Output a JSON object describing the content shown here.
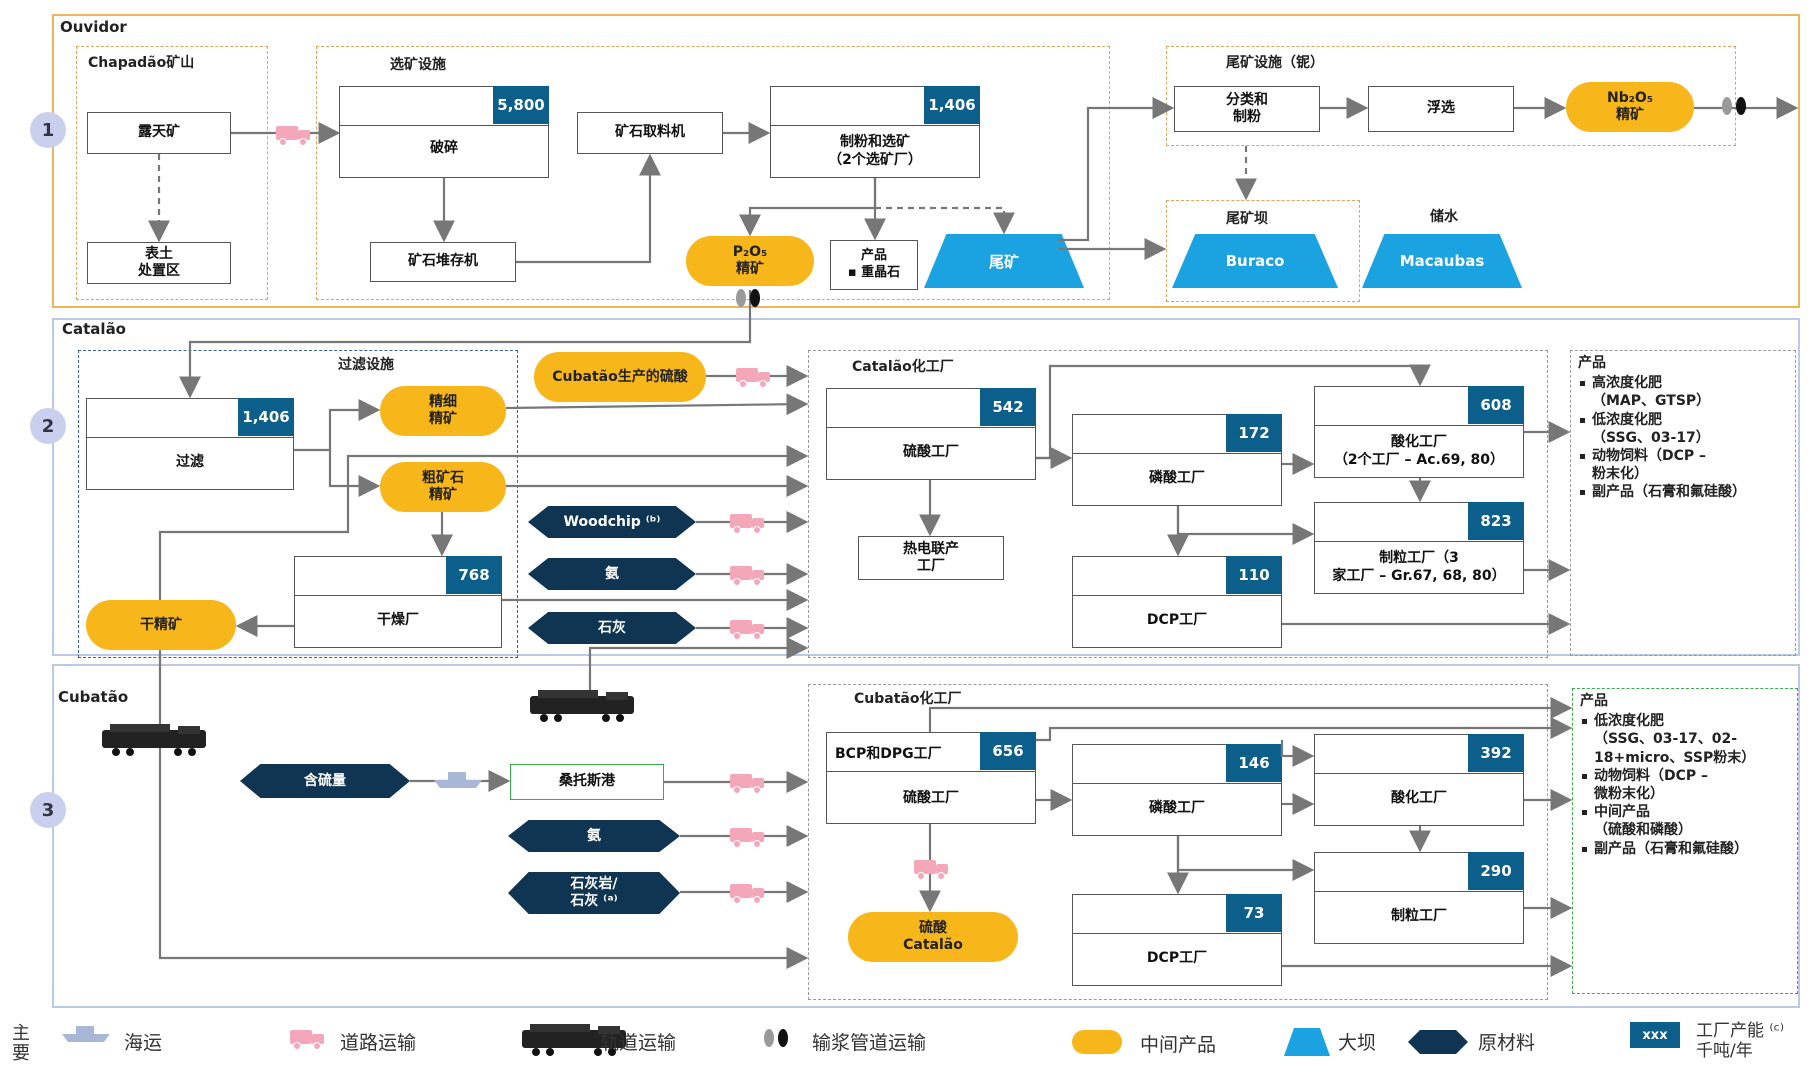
{
  "sections": {
    "ouvidor": "Ouvidor",
    "catalao": "Catalão",
    "cubatao": "Cubatão",
    "num1": "1",
    "num2": "2",
    "num3": "3"
  },
  "ouvidor": {
    "mine_group": "Chapadão矿山",
    "open_pit": "露天矿",
    "topsoil": "表土\n处置区",
    "beneficiation_group": "选矿设施",
    "crushing_cap": "5,800",
    "crushing": "破碎",
    "ore_stacker": "矿石堆存机",
    "ore_reclaimer": "矿石取料机",
    "milling_cap": "1,406",
    "milling": "制粉和选矿\n（2个选矿厂）",
    "p2o5": "P₂O₅\n精矿",
    "product_title": "产品",
    "product_item": "▪ 重晶石",
    "tailings_dam": "尾矿",
    "niobium_group": "尾矿设施（铌）",
    "classify": "分类和\n制粉",
    "flotation": "浮选",
    "nb2o5": "Nb₂O₅\n精矿",
    "tailings_dam_label": "尾矿坝",
    "buraco": "Buraco",
    "water_storage": "储水",
    "macaubas": "Macaubas"
  },
  "catalao": {
    "filter_group": "过滤设施",
    "filter_cap": "1,406",
    "filter": "过滤",
    "fine_conc": "精细\n精矿",
    "coarse_conc": "粗矿石\n精矿",
    "dryer_cap": "768",
    "dryer": "干燥厂",
    "dry_conc": "干精矿",
    "sulfuric_from_cubatao": "Cubatão生产的硫酸",
    "woodchip": "Woodchip ⁽ᵇ⁾",
    "ammonia": "氨",
    "lime": "石灰",
    "chem_group": "Catalão化工厂",
    "sulfuric_cap": "542",
    "sulfuric_plant": "硫酸工厂",
    "cogen": "热电联产\n工厂",
    "phosphoric_cap": "172",
    "phosphoric_plant": "磷酸工厂",
    "acid_cap": "608",
    "acid_plant": "酸化工厂\n（2个工厂 – Ac.69, 80）",
    "gran_cap": "823",
    "gran_plant": "制粒工厂（3\n家工厂 – Gr.67, 68, 80）",
    "dcp_cap": "110",
    "dcp_plant": "DCP工厂",
    "products_title": "产品",
    "products": [
      "高浓度化肥\n（MAP、GTSP）",
      "低浓度化肥\n（SSG、03-17）",
      "动物饲料（DCP –\n粉末化）",
      "副产品（石膏和氟硅酸）"
    ]
  },
  "cubatao": {
    "sulfur": "含硫量",
    "santos": "桑托斯港",
    "ammonia": "氨",
    "limestone": "石灰岩/\n石灰 ⁽ᵃ⁾",
    "chem_group": "Cubatão化工厂",
    "bcp_cap": "656",
    "bcp_top": "BCP和DPG工厂",
    "bcp_plant": "硫酸工厂",
    "sulfuric_catalao": "硫酸\nCatalão",
    "phosphoric_cap": "146",
    "phosphoric_plant": "磷酸工厂",
    "acid_cap": "392",
    "acid_plant": "酸化工厂",
    "gran_cap": "290",
    "gran_plant": "制粒工厂",
    "dcp_cap": "73",
    "dcp_plant": "DCP工厂",
    "products_title": "产品",
    "products": [
      "低浓度化肥\n（SSG、03-17、02-\n18+micro、SSP粉末）",
      "动物饲料（DCP –\n微粉末化）",
      "中间产品\n（硫酸和磷酸）",
      "副产品（石膏和氟硅酸）"
    ]
  },
  "legend": {
    "key": "主\n要",
    "sea": "海运",
    "road": "道路运输",
    "rail": "轨道运输",
    "pipeline": "输浆管道运输",
    "intermediate": "中间产品",
    "dam": "大坝",
    "raw": "原材料",
    "cap_sample": "xxx",
    "capacity": "工厂产能 ⁽ᶜ⁾\n千吨/年"
  },
  "colors": {
    "intermediate": "#f7b61a",
    "dam": "#1aa3e0",
    "raw_material": "#0f3553",
    "capacity": "#0b5f8a",
    "truck": "#f4a7b9",
    "ouvidor_border": "#f0b45a"
  }
}
